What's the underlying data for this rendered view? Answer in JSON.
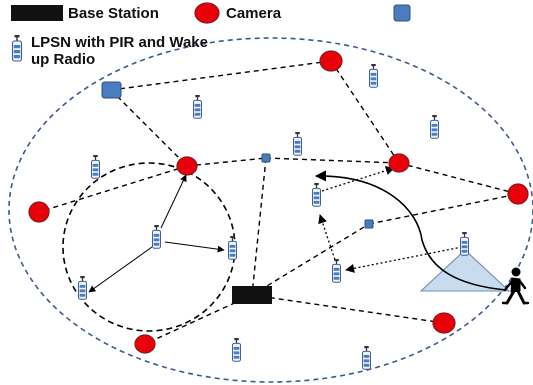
{
  "legend": {
    "base_station": "Base Station",
    "camera": "Camera",
    "lpsn": "LPSN with PIR and Wake up Radio"
  },
  "colors": {
    "base_station": "#111111",
    "camera": "#e8000b",
    "camera_stroke": "#8b1a1a",
    "relay": "#4a7cc0",
    "relay_stroke": "#2b4f83",
    "network_boundary": "#3c5a8a",
    "sensor_fov": "#c9dcef",
    "link": "#000000"
  },
  "icons": {
    "sensor": "battery-sensor-icon",
    "intruder": "walking-person-icon"
  }
}
